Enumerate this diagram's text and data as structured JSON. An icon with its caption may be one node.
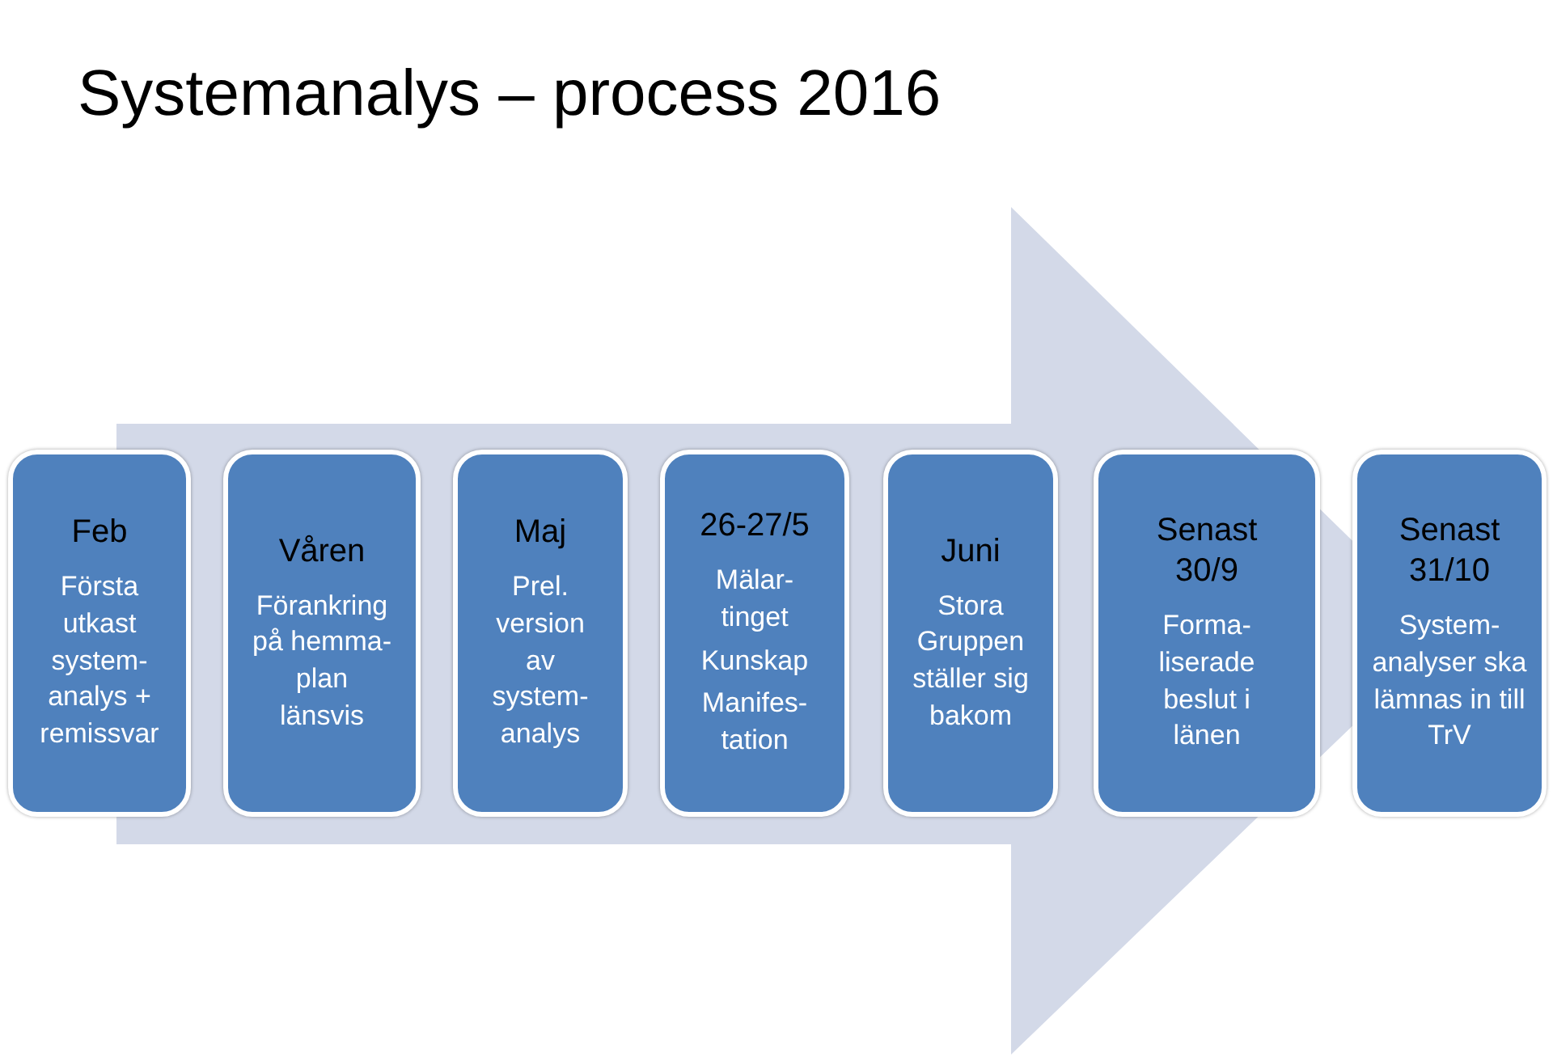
{
  "diagram": {
    "title": "Systemanalys – process 2016",
    "nodes": [
      {
        "text": [
          "Feb",
          "Första utkast system- analys + remissvar"
        ]
      },
      {
        "text": [
          "Våren",
          "Förankring på hemma- plan länsvis"
        ]
      },
      {
        "text": [
          "Maj",
          "Prel. version av system- analys"
        ]
      },
      {
        "text": [
          "26-27/5",
          "Mälar- tinget",
          "Kunskap",
          "Manifes- tation"
        ]
      },
      {
        "text": [
          "Juni",
          "Stora Gruppen ställer sig bakom"
        ]
      },
      {
        "text": [
          "Senast 30/9",
          "Forma- liserade beslut i länen"
        ]
      },
      {
        "text": [
          "Senast 31/10",
          "System- analyser ska lämnas in till TrV"
        ]
      }
    ],
    "edges": [
      {
        "from": 0,
        "to": 6,
        "arrow": "to"
      }
    ]
  }
}
